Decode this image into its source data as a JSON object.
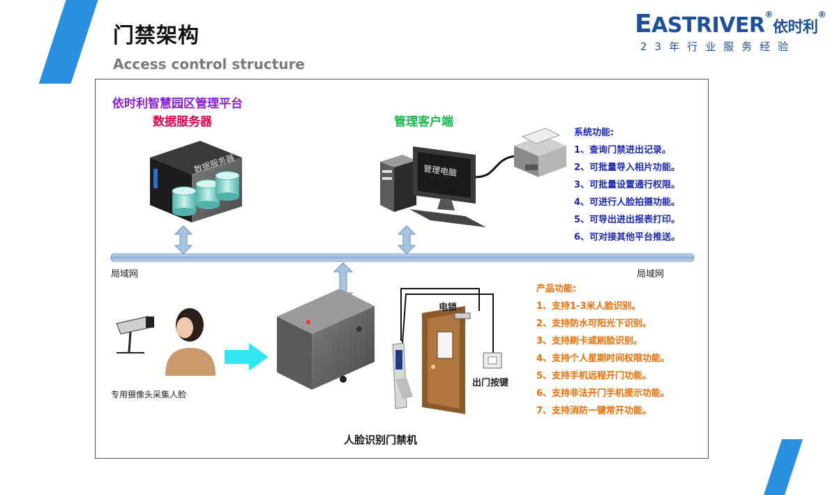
{
  "header": {
    "title": "门禁架构",
    "subtitle": "Access control structure"
  },
  "logo": {
    "brand_first": "E",
    "brand_rest": "ASTRIVER",
    "brand_cn": "依时利",
    "reg_mark": "®",
    "tagline": "23年行业服务经验"
  },
  "diagram": {
    "platform_title": "依时利智慧园区管理平台",
    "server_title": "数据服务器",
    "server_box_label": "数据服务器",
    "client_title": "管理客户端",
    "monitor_label": "管理电脑",
    "lan_left": "局域网",
    "lan_right": "局域网",
    "camera_caption": "专用摄像头采集人脸",
    "lock_label": "电锁",
    "exit_button_label": "出门按键",
    "device_caption": "人脸识别门禁机",
    "system_functions": {
      "heading": "系统功能:",
      "items": [
        "1、查询门禁进出记录。",
        "2、可批量导入相片功能。",
        "3、可批量设置通行权限。",
        "4、可进行人脸拍摄功能。",
        "5、可导出进出报表打印。",
        "6、可对接其他平台推送。"
      ]
    },
    "product_functions": {
      "heading": "产品功能:",
      "items": [
        "1、支持1-3米人脸识别。",
        "2、支持防水可阳光下识别。",
        "3、支持刷卡或刷脸识别。",
        "4、支持个人星期时间权限功能。",
        "5、支持手机远程开门功能。",
        "6、支持非法开门手机提示功能。",
        "7、支持消防一键常开功能。"
      ]
    }
  },
  "colors": {
    "accent_blue": "#2b8fe0",
    "brand_blue": "#1e4f9a",
    "purple": "#8b1fd6",
    "red": "#e6004c",
    "green": "#16b84a",
    "list_blue": "#1a28b8",
    "list_orange": "#f06c00",
    "lan_line": "#9fb9d8",
    "flow_arrow": "#33e6f2"
  }
}
